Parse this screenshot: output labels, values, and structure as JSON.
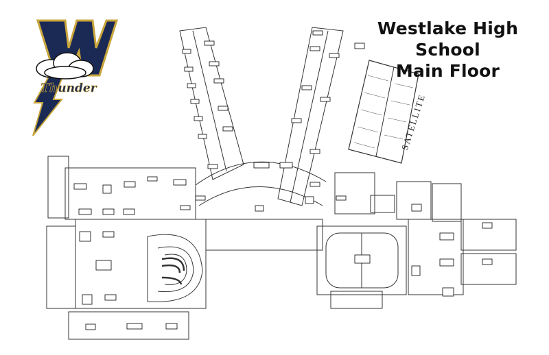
{
  "title": {
    "line1": "Westlake High School",
    "line2": "Main Floor"
  },
  "logo": {
    "letter": "W",
    "word": "Thunder",
    "colors": {
      "navy": "#1b2a55",
      "gold": "#c9a53c",
      "cloud": "#ffffff",
      "outline": "#0d0d0d"
    }
  },
  "annex_label": "SATELLITE",
  "colors": {
    "wall": "#333333",
    "label_box": "#000000",
    "background": "#ffffff"
  }
}
